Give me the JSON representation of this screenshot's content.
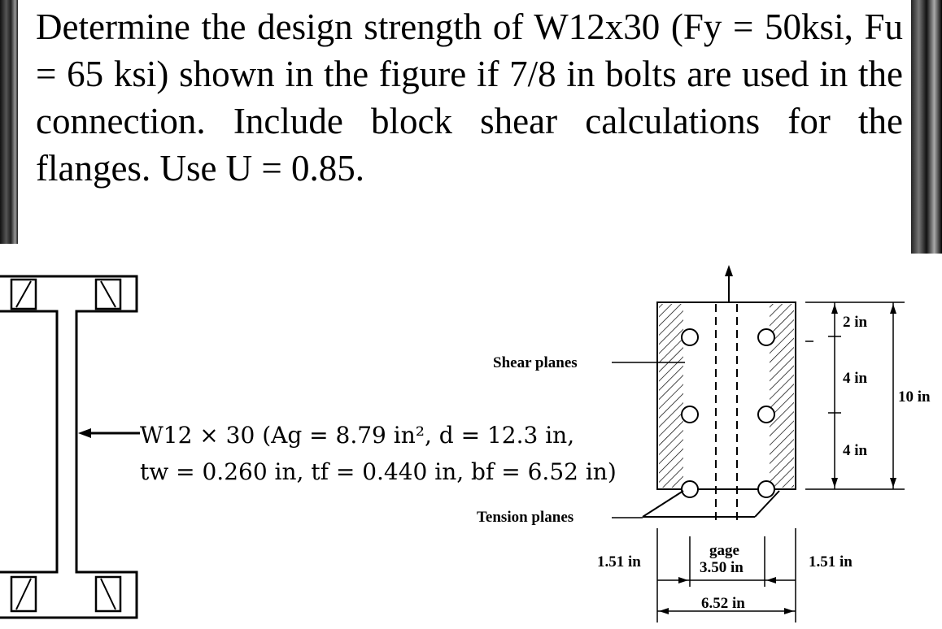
{
  "problem": {
    "text": "Determine the design strength of W12x30 (Fy = 50ksi, Fu = 65 ksi) shown in the figure if 7/8 in bolts are used in the connection. Include block shear calculations for the flanges. Use U = 0.85."
  },
  "section_figure": {
    "spec_line1": "W12 × 30 (Ag = 8.79 in², d = 12.3 in,",
    "spec_line2": "tw = 0.260 in, tf = 0.440 in, bf = 6.52 in)"
  },
  "flange_figure": {
    "shear_planes_label": "Shear planes",
    "tension_planes_label": "Tension planes",
    "dim_2in": "2 in",
    "dim_4in_a": "4 in",
    "dim_4in_b": "4 in",
    "dim_10in": "10 in",
    "dim_left_edge": "1.51 in",
    "dim_right_edge": "1.51 in",
    "gage_label": "gage",
    "gage_value": "3.50 in",
    "width_value": "6.52 in"
  }
}
